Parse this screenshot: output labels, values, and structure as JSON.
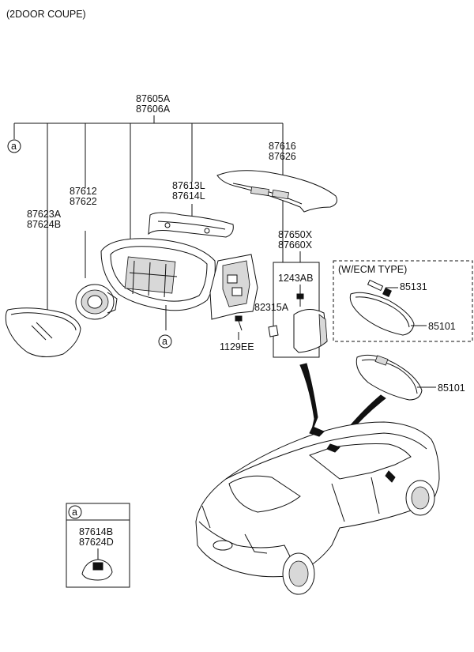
{
  "header": {
    "variant": "(2DOOR COUPE)"
  },
  "labels": {
    "p87605A": "87605A",
    "p87606A": "87606A",
    "p87616": "87616",
    "p87626": "87626",
    "p87612": "87612",
    "p87622": "87622",
    "p87613L": "87613L",
    "p87614L": "87614L",
    "p87623A": "87623A",
    "p87624B": "87624B",
    "p87650X": "87650X",
    "p87660X": "87660X",
    "p1243AB": "1243AB",
    "p82315A": "82315A",
    "p1129EE": "1129EE",
    "ecm_type": "(W/ECM TYPE)",
    "p85131": "85131",
    "p85101_upper": "85101",
    "p85101_lower": "85101",
    "p87614B": "87614B",
    "p87624D": "87624D"
  },
  "callouts": {
    "ref_a_left": "a",
    "ref_a_mirror": "a",
    "ref_a_inset": "a"
  }
}
